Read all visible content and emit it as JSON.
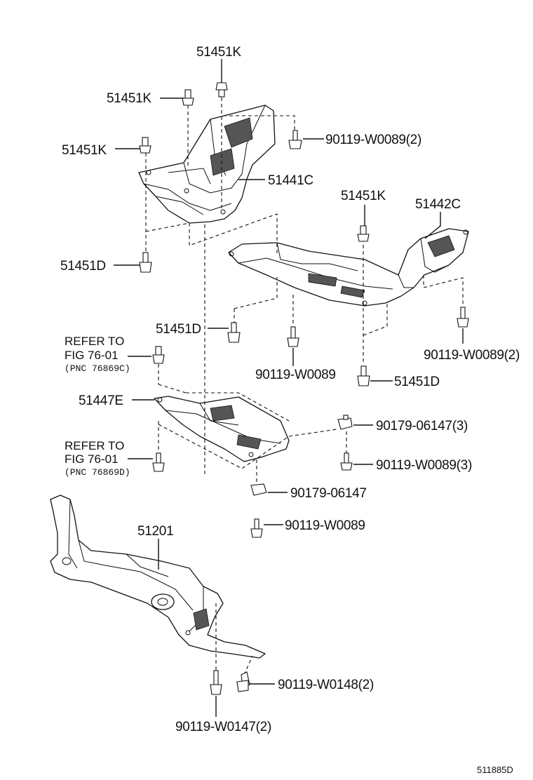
{
  "parts": {
    "p1": "51451K",
    "p2": "51451K",
    "p3": "90119-W0089(2)",
    "p4": "51451K",
    "p5": "51441C",
    "p6": "51451K",
    "p7": "51442C",
    "p8": "51451D",
    "p9": "51451D",
    "p10": "90119-W0089(2)",
    "p11": "90119-W0089",
    "p12": "51451D",
    "p13": "51447E",
    "p14": "90179-06147(3)",
    "p15": "90119-W0089(3)",
    "p16": "90179-06147",
    "p17": "90119-W0089",
    "p18": "51201",
    "p19": "90119-W0148(2)",
    "p20": "90119-W0147(2)"
  },
  "refs": {
    "ref1_line1": "REFER TO",
    "ref1_line2": "FIG 76-01",
    "ref1_line3": "(PNC 76869C)",
    "ref2_line1": "REFER TO",
    "ref2_line2": "FIG 76-01",
    "ref2_line3": "(PNC 76869D)"
  },
  "diagram_id": "511885D"
}
